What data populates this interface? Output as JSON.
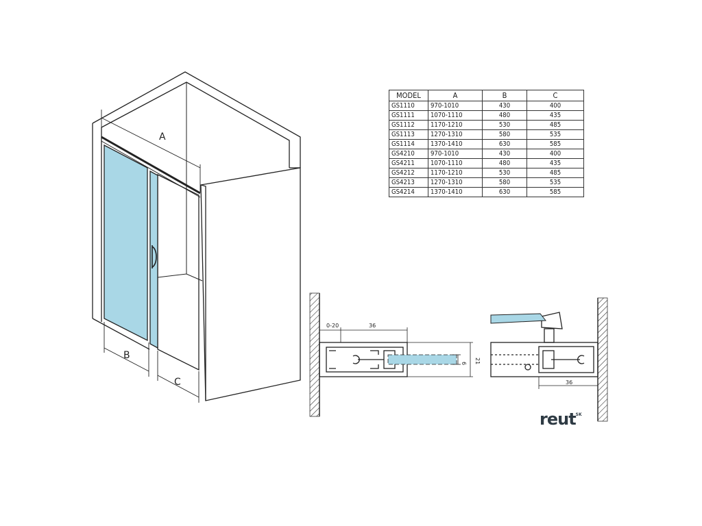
{
  "dimensions": {
    "label_a": "A",
    "label_b": "B",
    "label_c": "C",
    "gap_range": "0-20",
    "profile_depth_left": "36",
    "glass_thickness": "6",
    "profile_height": "21",
    "profile_depth_right": "36"
  },
  "table": {
    "headers": [
      "MODEL",
      "A",
      "B",
      "C"
    ],
    "rows": [
      [
        "GS1110",
        "970-1010",
        "430",
        "400"
      ],
      [
        "GS1111",
        "1070-1110",
        "480",
        "435"
      ],
      [
        "GS1112",
        "1170-1210",
        "530",
        "485"
      ],
      [
        "GS1113",
        "1270-1310",
        "580",
        "535"
      ],
      [
        "GS1114",
        "1370-1410",
        "630",
        "585"
      ],
      [
        "GS4210",
        "970-1010",
        "430",
        "400"
      ],
      [
        "GS4211",
        "1070-1110",
        "480",
        "435"
      ],
      [
        "GS4212",
        "1170-1210",
        "530",
        "485"
      ],
      [
        "GS4213",
        "1270-1310",
        "580",
        "535"
      ],
      [
        "GS4214",
        "1370-1410",
        "630",
        "585"
      ]
    ]
  },
  "logo": {
    "text": "reut",
    "suffix": "SK"
  },
  "colors": {
    "glass": "#a9d7e6",
    "line": "#222222"
  }
}
